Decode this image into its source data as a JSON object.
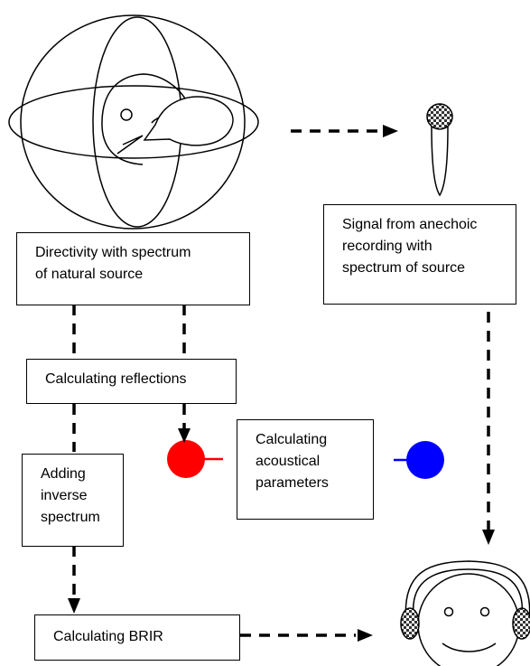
{
  "boxes": {
    "directivity": {
      "lines": [
        "Directivity with spectrum",
        "of natural source"
      ]
    },
    "anechoic": {
      "lines": [
        "Signal from anechoic",
        "recording with",
        "spectrum of source"
      ]
    },
    "reflections": {
      "lines": [
        "Calculating reflections"
      ]
    },
    "acoustical": {
      "lines": [
        "Calculating",
        "acoustical",
        "parameters"
      ]
    },
    "inverse": {
      "lines": [
        "Adding",
        "inverse",
        "spectrum"
      ]
    },
    "brir": {
      "lines": [
        "Calculating BRIR"
      ]
    }
  },
  "colors": {
    "stroke": "#000000",
    "receiver_red": "#ff0000",
    "receiver_blue": "#0000ff",
    "checker_dark": "#333333",
    "checker_light": "#ffffff"
  },
  "icons": {
    "source": "directivity-balloon-icon",
    "microphone": "microphone-icon",
    "listener": "listener-headphones-icon",
    "red_receiver": "red-receiver-icon",
    "blue_receiver": "blue-receiver-icon"
  }
}
